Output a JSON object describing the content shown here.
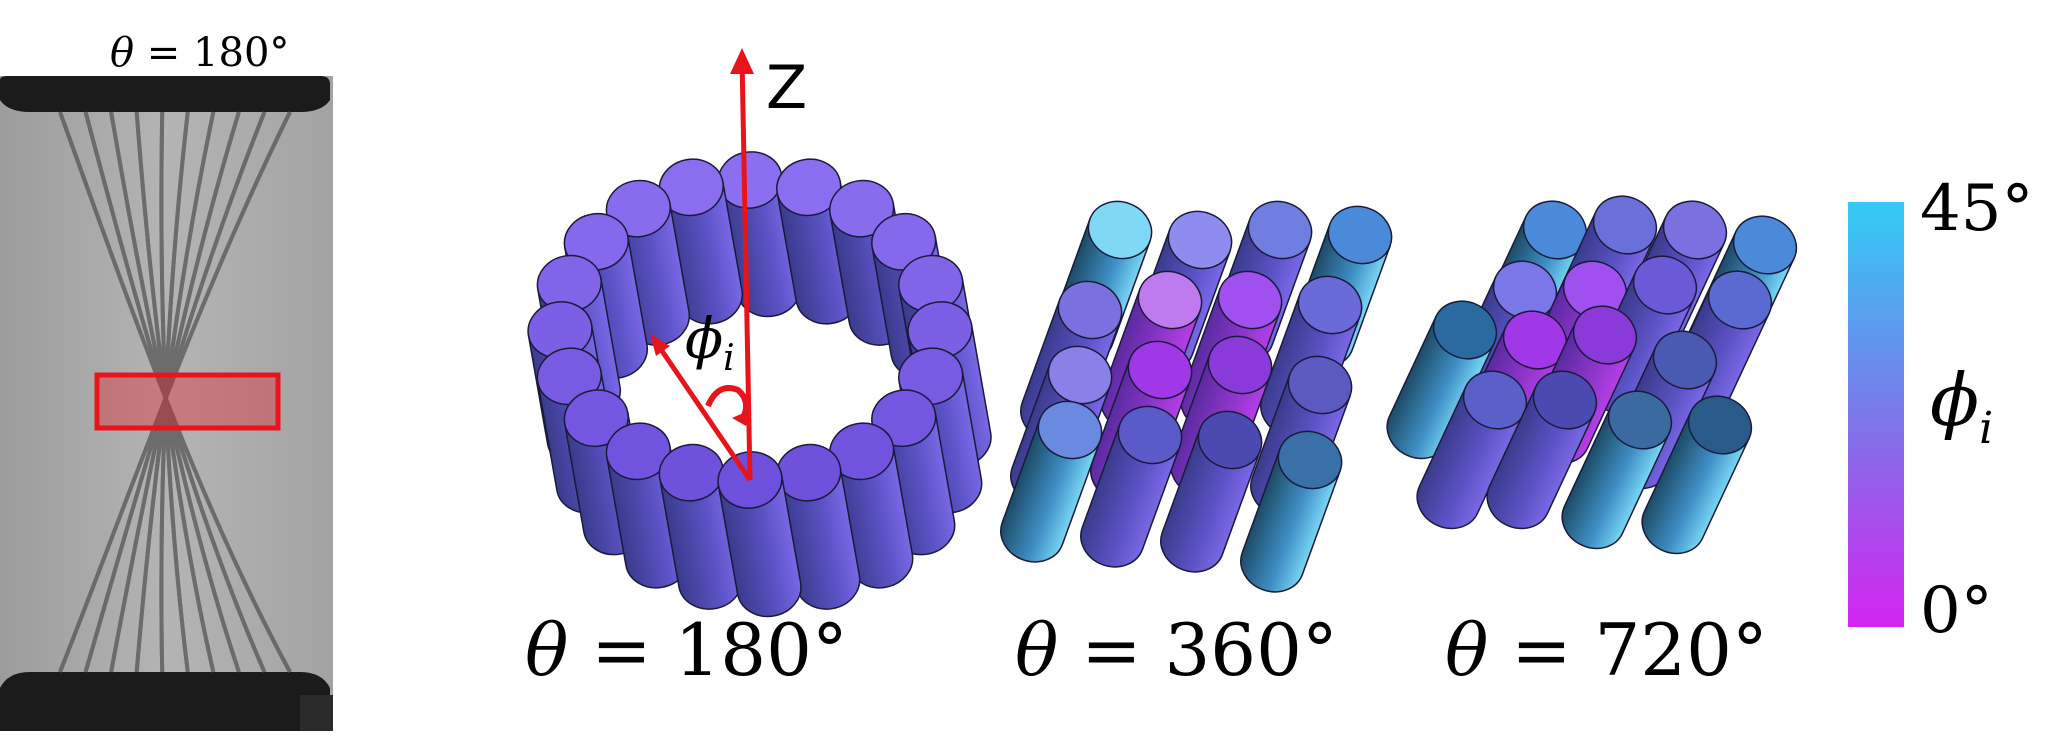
{
  "photo_panel": {
    "label_symbol": "θ",
    "label_equals": " = ",
    "label_value": "180°"
  },
  "axes": {
    "z_label": "Z",
    "phi_symbol": "ϕ",
    "phi_subscript": "i"
  },
  "bundles": [
    {
      "theta_symbol": "θ",
      "equals": " = ",
      "value": "180°"
    },
    {
      "theta_symbol": "θ",
      "equals": " = ",
      "value": "360°"
    },
    {
      "theta_symbol": "θ",
      "equals": " = ",
      "value": "720°"
    }
  ],
  "colorbar": {
    "top_label": "45°",
    "bottom_label": "0°",
    "symbol": "ϕ",
    "subscript": "i",
    "color_top": "#33ccf5",
    "color_mid": "#7a78e8",
    "color_bottom": "#d424f0"
  },
  "colors": {
    "arrow": "#e8141c",
    "highlight_box": "#e8141c",
    "clamp": "#1a1a1a",
    "photo_bg": "#a9a9a9"
  }
}
